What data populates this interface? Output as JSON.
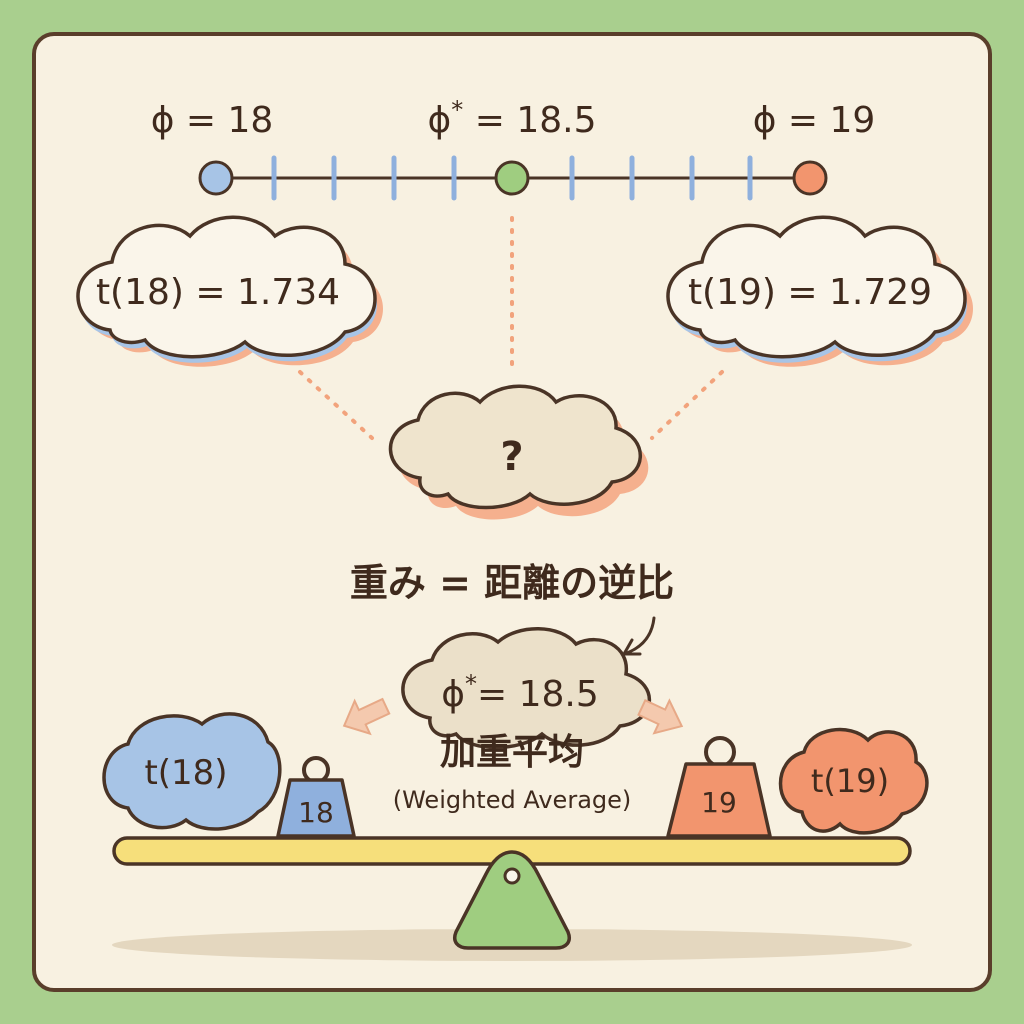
{
  "number_line": {
    "left_label": "ϕ = 18",
    "mid_label_symbol": "ϕ",
    "mid_label_star": "*",
    "mid_label_value": " = 18.5",
    "right_label": "ϕ = 19"
  },
  "clouds": {
    "left_value": "t(18) = 1.734",
    "right_value": "t(19) = 1.729",
    "unknown": "?"
  },
  "weight_rule": "重み = 距離の逆比",
  "center": {
    "phi_symbol": "ϕ",
    "phi_star": "*",
    "phi_value": "= 18.5",
    "title_jp": "加重平均",
    "title_en": "(Weighted Average)"
  },
  "balance": {
    "left_cloud": "t(18)",
    "left_weight": "18",
    "right_weight": "19",
    "right_cloud": "t(19)"
  },
  "colors": {
    "blue": "#a7c4e6",
    "green": "#9fcd80",
    "orange": "#f2956e",
    "beige": "#efe4cd",
    "outline": "#4a3426",
    "beam": "#f6df7b"
  }
}
